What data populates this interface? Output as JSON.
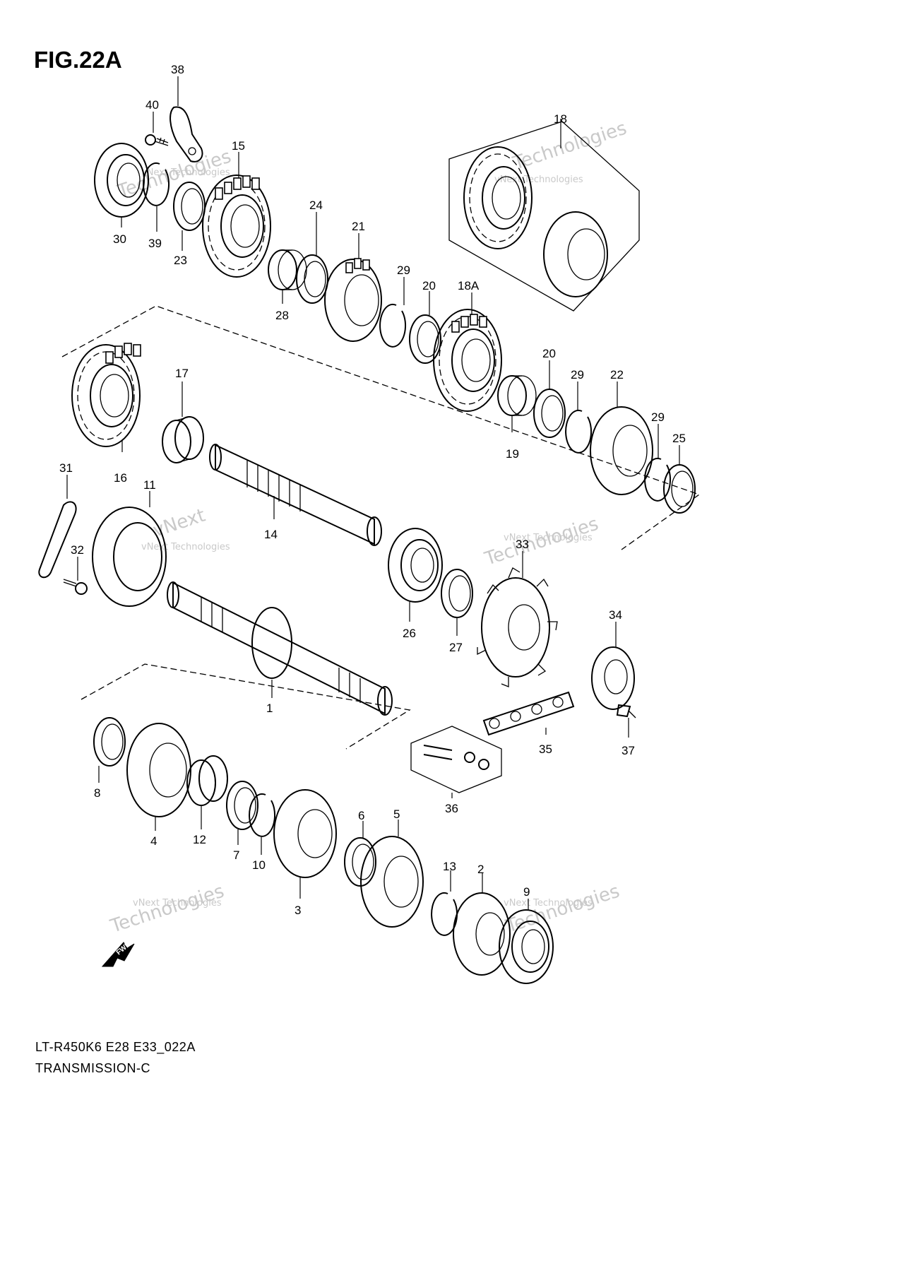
{
  "figure": {
    "title": "FIG.22A"
  },
  "footer": {
    "code": "LT-R450K6 E28 E33_022A",
    "name": "TRANSMISSION-C"
  },
  "watermark": {
    "brand_line": "vNext Technologies",
    "word_a": "vNext",
    "word_b": "Technologies"
  },
  "direction_label": "FWD",
  "callouts": [
    "1",
    "2",
    "3",
    "4",
    "5",
    "6",
    "7",
    "8",
    "9",
    "10",
    "11",
    "12",
    "13",
    "14",
    "15",
    "16",
    "17",
    "18",
    "18A",
    "19",
    "20",
    "20",
    "21",
    "22",
    "23",
    "24",
    "25",
    "26",
    "27",
    "28",
    "29",
    "29",
    "29",
    "30",
    "31",
    "32",
    "33",
    "34",
    "35",
    "36",
    "37",
    "38",
    "39",
    "40"
  ]
}
